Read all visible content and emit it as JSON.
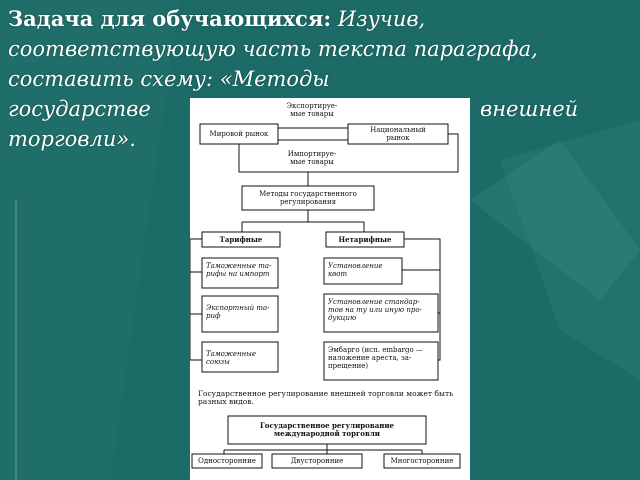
{
  "task": {
    "heading": "Задача для обучающихся:",
    "line1_rest": " Изучив,",
    "line2": "соответствующую часть текста параграфа,",
    "line3": "составить схему: «Методы",
    "line4_start": "государстве",
    "line4_end": "внешней",
    "line5": "торговли»."
  },
  "diagram": {
    "export_goods": "Экспортируе-мые товары",
    "world_market": "Мировой рынок",
    "national_market": "Национальный рынок",
    "import_goods": "Импортируе-мые товары",
    "methods": "Методы государственного регулирования",
    "tariff": "Тарифные",
    "nontariff": "Нетарифные",
    "t1": "Таможенные та-рифы на импорт",
    "t2": "Экспортный та-риф",
    "t3": "Таможенные союзы",
    "n1": "Установление квот",
    "n2": "Установление стандар-тов на ту или иную про-дукцию",
    "n3": "Эмбарго (исп. embargo — наложение ареста, за-прещение)",
    "note": "Государственное регулирование внешней торговли может быть разных видов.",
    "gov_types": "Государственное регулирование международной торговли",
    "k1": "Односторонние",
    "k2": "Двусторонние",
    "k3": "Многосторонние"
  }
}
